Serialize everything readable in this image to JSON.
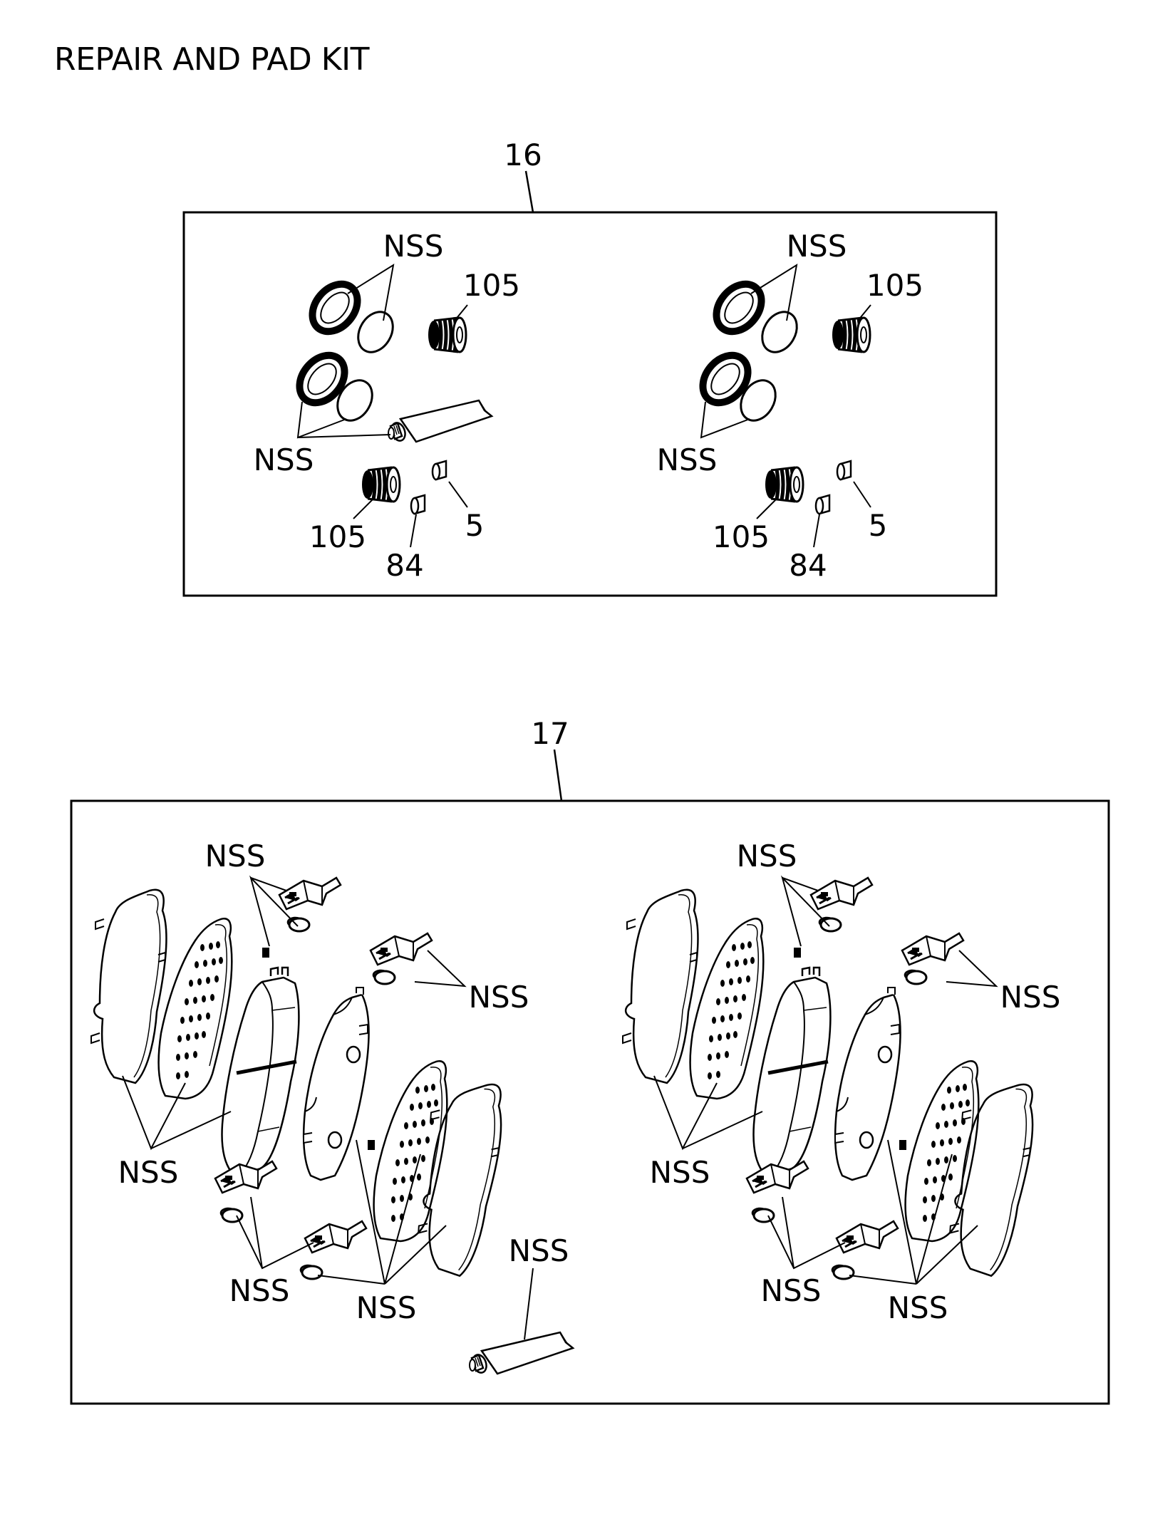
{
  "title": "REPAIR AND PAD KIT",
  "kits": [
    {
      "callout": "16",
      "groups": [
        {
          "labels": {
            "nss_top": "NSS",
            "boot": "105",
            "nss_mid": "NSS",
            "boot_lower": "105",
            "sleeve": "84",
            "bushing": "5"
          }
        },
        {
          "labels": {
            "nss_top": "NSS",
            "boot": "105",
            "nss_mid": "NSS",
            "boot_lower": "105",
            "sleeve": "84",
            "bushing": "5"
          }
        }
      ]
    },
    {
      "callout": "17",
      "groups": [
        {
          "labels": {
            "nss_clips_top": "NSS",
            "nss_clips_right": "NSS",
            "nss_shims_left": "NSS",
            "nss_clips_bottom": "NSS",
            "nss_shims_right": "NSS",
            "nss_grease": "NSS"
          }
        },
        {
          "labels": {
            "nss_clips_top": "NSS",
            "nss_clips_right": "NSS",
            "nss_shims_left": "NSS",
            "nss_clips_bottom": "NSS",
            "nss_shims_right": "NSS"
          }
        }
      ]
    }
  ]
}
